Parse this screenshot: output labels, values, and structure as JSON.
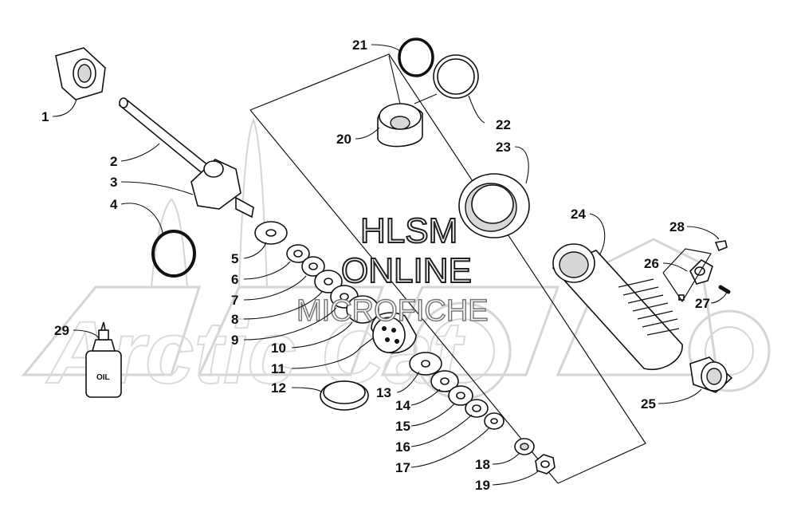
{
  "watermark": {
    "logo_text": "Arctic Cat",
    "line1": "HLSM",
    "line2": "ONLINE",
    "line3": "MICROFICHE"
  },
  "oil_bottle_text": "OIL",
  "callouts": [
    {
      "id": "1",
      "label": "1"
    },
    {
      "id": "2",
      "label": "2"
    },
    {
      "id": "3",
      "label": "3"
    },
    {
      "id": "4",
      "label": "4"
    },
    {
      "id": "5",
      "label": "5"
    },
    {
      "id": "6",
      "label": "6"
    },
    {
      "id": "7",
      "label": "7"
    },
    {
      "id": "8",
      "label": "8"
    },
    {
      "id": "9",
      "label": "9"
    },
    {
      "id": "10",
      "label": "10"
    },
    {
      "id": "11",
      "label": "11"
    },
    {
      "id": "12",
      "label": "12"
    },
    {
      "id": "13",
      "label": "13"
    },
    {
      "id": "14",
      "label": "14"
    },
    {
      "id": "15",
      "label": "15"
    },
    {
      "id": "16",
      "label": "16"
    },
    {
      "id": "17",
      "label": "17"
    },
    {
      "id": "18",
      "label": "18"
    },
    {
      "id": "19",
      "label": "19"
    },
    {
      "id": "20",
      "label": "20"
    },
    {
      "id": "21",
      "label": "21"
    },
    {
      "id": "22",
      "label": "22"
    },
    {
      "id": "23",
      "label": "23"
    },
    {
      "id": "24",
      "label": "24"
    },
    {
      "id": "25",
      "label": "25"
    },
    {
      "id": "26",
      "label": "26"
    },
    {
      "id": "27",
      "label": "27"
    },
    {
      "id": "28",
      "label": "28"
    },
    {
      "id": "29",
      "label": "29"
    }
  ]
}
